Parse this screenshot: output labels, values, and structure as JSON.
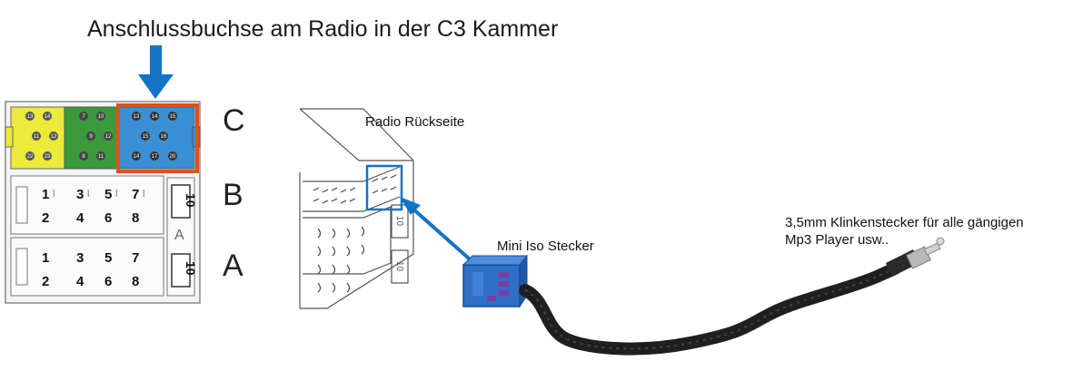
{
  "title": "Anschlussbuchse am Radio in der C3 Kammer",
  "connector_rows": {
    "c": "C",
    "b": "B",
    "a": "A"
  },
  "block_c": {
    "yellow_pins": [
      "13",
      "14",
      "11",
      "12",
      "22",
      "23"
    ],
    "green_pins": [
      "7",
      "10",
      "9",
      "12",
      "8",
      "11"
    ],
    "blue_pins": [
      "13",
      "14",
      "15",
      "15",
      "16",
      "14",
      "17",
      "20"
    ]
  },
  "block_b": {
    "pins": [
      "1",
      "3",
      "5",
      "7",
      "2",
      "4",
      "6",
      "8"
    ],
    "side_number": "10"
  },
  "block_a": {
    "pins": [
      "1",
      "3",
      "5",
      "7",
      "2",
      "4",
      "6",
      "8"
    ],
    "side_number": "10"
  },
  "side_label": "A",
  "labels": {
    "radio_back": "Radio Rückseite",
    "mini_iso": "Mini Iso Stecker",
    "jack_line1": "3,5mm Klinkenstecker für alle gängigen",
    "jack_line2": "Mp3 Player usw.."
  },
  "radio_side_numbers": [
    "10",
    "10"
  ],
  "colors": {
    "arrow_blue": "#1373c4",
    "highlight_orange": "#d9541c",
    "yellow": "#ecea3a",
    "green": "#3a9a3c",
    "blue": "#3b8fd4",
    "plug_blue": "#2f6fc8",
    "cable": "#1f1f1f"
  }
}
